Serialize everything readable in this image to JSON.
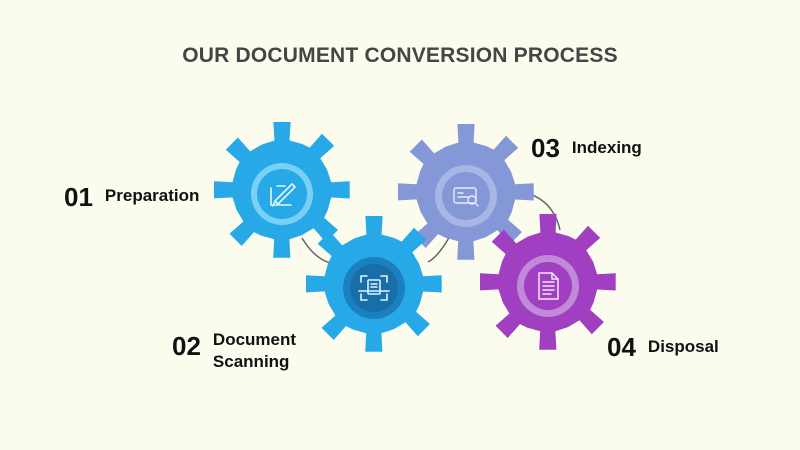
{
  "title": "OUR DOCUMENT CONVERSION PROCESS",
  "steps": [
    {
      "number": "01",
      "label": "Preparation",
      "icon": "pen-on-paper-icon",
      "color": "#27a9e8"
    },
    {
      "number": "02",
      "label_line1": "Document",
      "label_line2": "Scanning",
      "icon": "scanner-icon",
      "color": "#27a9e8"
    },
    {
      "number": "03",
      "label": "Indexing",
      "icon": "index-search-icon",
      "color": "#8497d6"
    },
    {
      "number": "04",
      "label": "Disposal",
      "icon": "document-icon",
      "color": "#a03fc2"
    }
  ],
  "colors": {
    "background": "#fcfcee",
    "title": "#454545",
    "connector": "#666666",
    "blue_gear_center": "#7ad0f4",
    "blue_gear_dark_center": "#176ea8",
    "periwinkle_gear_center": "#a8b6e6",
    "purple_gear_center": "#c08ad8"
  }
}
